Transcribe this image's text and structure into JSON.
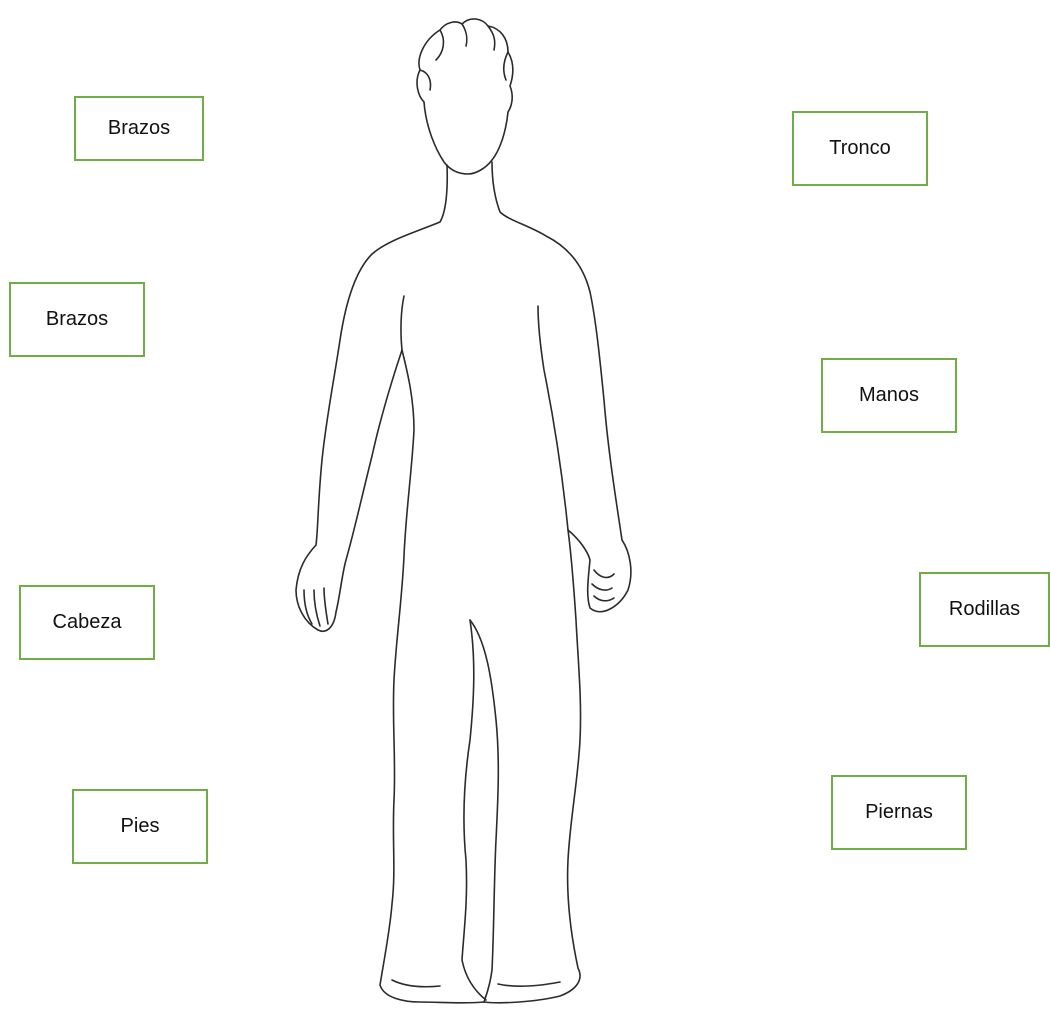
{
  "labels": {
    "brazos_top": "Brazos",
    "brazos_left": "Brazos",
    "cabeza": "Cabeza",
    "pies": "Pies",
    "tronco": "Tronco",
    "manos": "Manos",
    "rodillas": "Rodillas",
    "piernas": "Piernas"
  },
  "colors": {
    "box_border": "#70ad47",
    "outline": "#2b2b2b"
  }
}
